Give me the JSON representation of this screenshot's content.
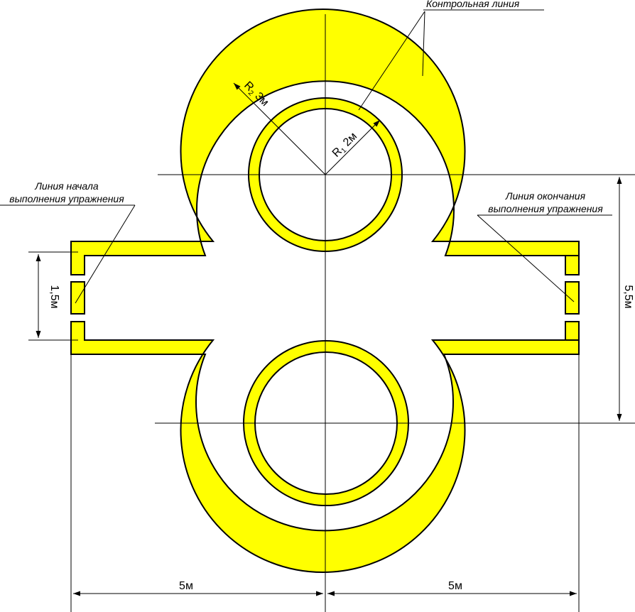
{
  "labels": {
    "control_line": "Контрольная линия",
    "start_line": [
      "Линия начала",
      "выполнения упражнения"
    ],
    "finish_line": [
      "Линия окончания",
      "выполнения упражнения"
    ],
    "r1_main": "R",
    "r1_sub": "1",
    "r1_value": " 2м",
    "r2_main": "R",
    "r2_sub": "2",
    "r2_value": " 3м",
    "dim_left_half": "5м",
    "dim_right_half": "5м",
    "dim_gate": "1,5м",
    "dim_centers": "5,5м"
  },
  "colors": {
    "track": "#ffff00",
    "outline": "#000000",
    "background": "#ffffff"
  }
}
